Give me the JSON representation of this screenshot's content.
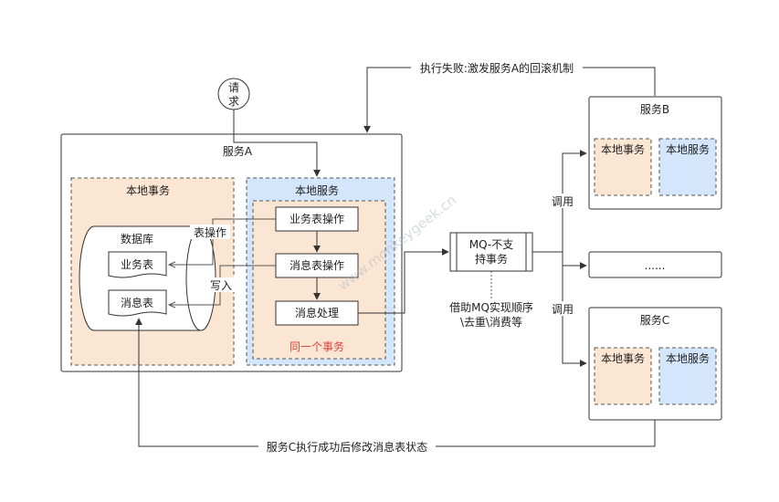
{
  "request": {
    "line1": "请",
    "line2": "求"
  },
  "service_a": {
    "title": "服务A",
    "local_tx": {
      "title": "本地事务"
    },
    "database": {
      "title": "数据库",
      "biz_table": "业务表",
      "msg_table": "消息表"
    },
    "local_service": {
      "title": "本地服务",
      "biz_op": "业务表操作",
      "msg_op": "消息表操作",
      "msg_process": "消息处理",
      "same_tx": "同一个事务"
    },
    "table_op_label": "表操作",
    "write_label": "写入"
  },
  "mq": {
    "line1": "MQ-不支",
    "line2": "持事务"
  },
  "mq_note": {
    "line1": "借助MQ实现顺序",
    "line2": "\\去重\\消费等"
  },
  "service_b": {
    "title": "服务B",
    "local_tx": "本地事务",
    "local_service": "本地服务"
  },
  "service_middle": {
    "label": "......"
  },
  "service_c": {
    "title": "服务C",
    "local_tx": "本地事务",
    "local_service": "本地服务"
  },
  "call_label_top": "调用",
  "call_label_bottom": "调用",
  "rollback_label": "执行失败:激发服务A的回滚机制",
  "status_label": "服务C执行成功后修改消息表状态",
  "watermark": "www.monkeygeek.cn",
  "colors": {
    "orange_fill": "#fbe6d4",
    "blue_fill": "#d4e6fb",
    "line": "#333333",
    "red_text": "#e0433b"
  }
}
